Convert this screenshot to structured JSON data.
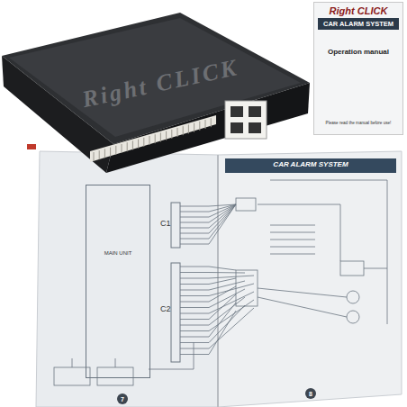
{
  "diagram": {
    "nodes": [
      {
        "text": [
          "Right CLICK",
          "Operation manual",
          "Please read the manual before use!"
        ]
      },
      {
        "text": [
          "CAR ALARM SYSTEM"
        ],
        "in": 0
      },
      {
        "text": [
          "CAR ALARM SYSTEM"
        ]
      },
      {
        "text": [
          "MAIN UNIT"
        ]
      }
    ],
    "labels": [
      "Right CLICK",
      "C1",
      "C2",
      "7",
      "8"
    ]
  }
}
